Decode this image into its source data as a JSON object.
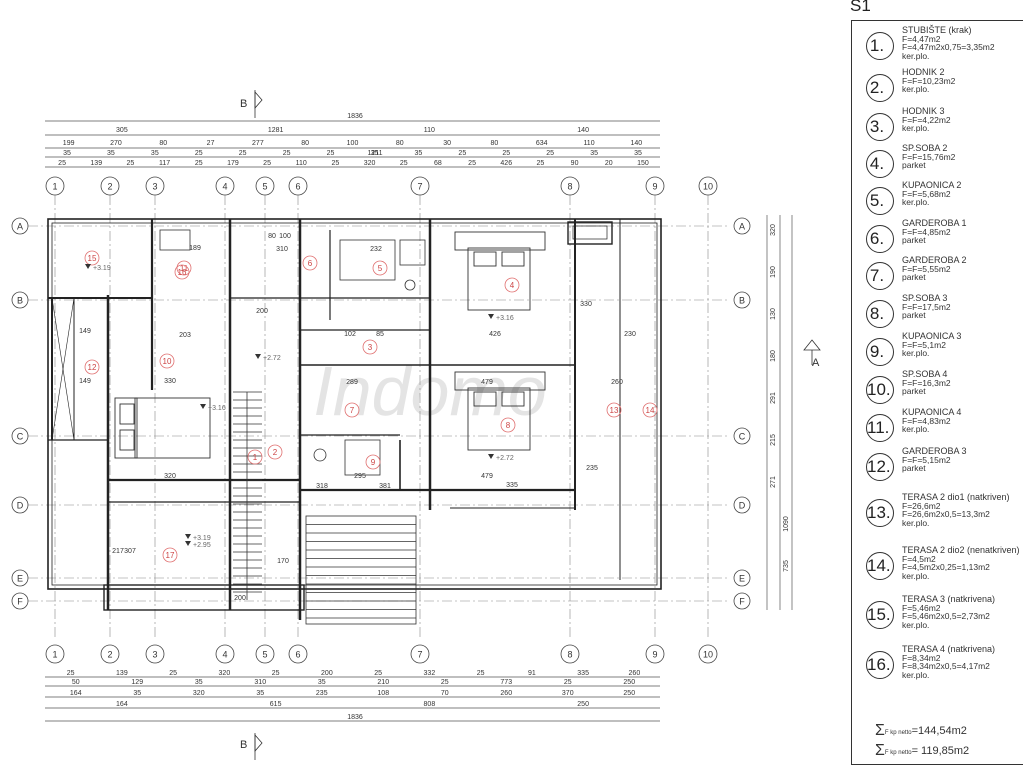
{
  "sheet": {
    "code": "S1",
    "section_marks": [
      "B",
      "B",
      "A"
    ]
  },
  "dimensions": {
    "overall_top": "1836",
    "row1": [
      "305",
      "1281",
      "110",
      "140"
    ],
    "row2": [
      "199",
      "270",
      "80",
      "27",
      "277",
      "80",
      "100",
      "80",
      "30",
      "80",
      "634",
      "110",
      "140"
    ],
    "row3": [
      "1211"
    ],
    "row4": [
      "35",
      "35",
      "35",
      "25",
      "25",
      "25",
      "25",
      "35",
      "35",
      "25",
      "25",
      "25",
      "35",
      "35"
    ],
    "row5": [
      "25",
      "139",
      "25",
      "117",
      "25",
      "179",
      "25",
      "110",
      "25",
      "320",
      "25",
      "68",
      "25",
      "426",
      "25",
      "90",
      "20",
      "150"
    ],
    "bottom_row1": [
      "25",
      "139",
      "25",
      "320",
      "25",
      "200",
      "25",
      "332",
      "25",
      "91",
      "335",
      "260"
    ],
    "bottom_row2": [
      "50",
      "129",
      "35",
      "310",
      "35",
      "210",
      "25",
      "773",
      "25",
      "250"
    ],
    "bottom_row3": [
      "164",
      "35",
      "320",
      "35",
      "235",
      "108",
      "70",
      "260",
      "370",
      "250"
    ],
    "bottom_row4": [
      "164",
      "615",
      "808",
      "250"
    ],
    "overall_bottom": "1836",
    "right_side": [
      "320",
      "190",
      "130",
      "180",
      "291",
      "215",
      "271",
      "1090",
      "735"
    ],
    "interior": [
      "189",
      "203",
      "149",
      "149",
      "330",
      "320",
      "217",
      "307",
      "200",
      "289",
      "102",
      "85",
      "426",
      "479",
      "479",
      "335",
      "230",
      "260",
      "330",
      "235",
      "170",
      "200",
      "232",
      "310",
      "318",
      "381",
      "295",
      "80",
      "100"
    ]
  },
  "axes": {
    "columns": [
      "1",
      "2",
      "3",
      "4",
      "5",
      "6",
      "7",
      "8",
      "9",
      "10"
    ],
    "rows": [
      "A",
      "B",
      "C",
      "D",
      "E",
      "F"
    ]
  },
  "rooms": [
    {
      "num": "1",
      "label": "1"
    },
    {
      "num": "2",
      "label": "2"
    },
    {
      "num": "3",
      "label": "3"
    },
    {
      "num": "4",
      "label": "4"
    },
    {
      "num": "5",
      "label": "5"
    },
    {
      "num": "6",
      "label": "6"
    },
    {
      "num": "7",
      "label": "7"
    },
    {
      "num": "8",
      "label": "8"
    },
    {
      "num": "9",
      "label": "9"
    },
    {
      "num": "10",
      "label": "10"
    },
    {
      "num": "11",
      "label": "11"
    },
    {
      "num": "12",
      "label": "12"
    },
    {
      "num": "13",
      "label": "13"
    },
    {
      "num": "14",
      "label": "14"
    },
    {
      "num": "15",
      "label": "15"
    },
    {
      "num": "16",
      "label": "16"
    },
    {
      "num": "17",
      "label": "17"
    }
  ],
  "levels": [
    "+3.19",
    "+3.16",
    "+2.72",
    "+3.16",
    "+2.72",
    "+3.19",
    "+2.95"
  ],
  "watermark": "Indomo",
  "legend": [
    {
      "num": "1.",
      "name": "STUBIŠTE (krak)",
      "lines": [
        "F=4,47m2",
        "F=4,47m2x0,75=3,35m2",
        "ker.plo."
      ]
    },
    {
      "num": "2.",
      "name": "HODNIK 2",
      "lines": [
        "F=F=10,23m2",
        "ker.plo."
      ]
    },
    {
      "num": "3.",
      "name": "HODNIK 3",
      "lines": [
        "F=F=4,22m2",
        "ker.plo."
      ]
    },
    {
      "num": "4.",
      "name": "SP.SOBA 2",
      "lines": [
        "F=F=15,76m2",
        "parket"
      ]
    },
    {
      "num": "5.",
      "name": "KUPAONICA 2",
      "lines": [
        "F=F=5,68m2",
        "ker.plo."
      ]
    },
    {
      "num": "6.",
      "name": "GARDEROBA 1",
      "lines": [
        "F=F=4,85m2",
        "parket"
      ]
    },
    {
      "num": "7.",
      "name": "GARDEROBA 2",
      "lines": [
        "F=F=5,55m2",
        "parket"
      ]
    },
    {
      "num": "8.",
      "name": "SP.SOBA 3",
      "lines": [
        "F=F=17,5m2",
        "parket"
      ]
    },
    {
      "num": "9.",
      "name": "KUPAONICA 3",
      "lines": [
        "F=F=5,1m2",
        "ker.plo."
      ]
    },
    {
      "num": "10.",
      "name": "SP.SOBA 4",
      "lines": [
        "F=F=16,3m2",
        "parket"
      ]
    },
    {
      "num": "11.",
      "name": "KUPAONICA 4",
      "lines": [
        "F=F=4,83m2",
        "ker.plo."
      ]
    },
    {
      "num": "12.",
      "name": "GARDEROBA 3",
      "lines": [
        "F=F=5,15m2",
        "parket"
      ]
    },
    {
      "num": "13.",
      "name": "TERASA 2 dio1 (natkriven)",
      "lines": [
        "F=26,6m2",
        "F=26,6m2x0,5=13,3m2",
        "ker.plo."
      ]
    },
    {
      "num": "14.",
      "name": "TERASA 2 dio2 (nenatkriven)",
      "lines": [
        "F=4,5m2",
        "F=4,5m2x0,25=1,13m2",
        "ker.plo."
      ]
    },
    {
      "num": "15.",
      "name": "TERASA 3 (natkrivena)",
      "lines": [
        "F=5,46m2",
        "F=5,46m2x0,5=2,73m2",
        "ker.plo."
      ]
    },
    {
      "num": "16.",
      "name": "TERASA 4 (natkrivena)",
      "lines": [
        "F=8,34m2",
        "F=8,34m2x0,5=4,17m2",
        "ker.plo."
      ]
    }
  ],
  "totals": {
    "gross": "=144,54m2",
    "net": "= 119,85m2"
  }
}
